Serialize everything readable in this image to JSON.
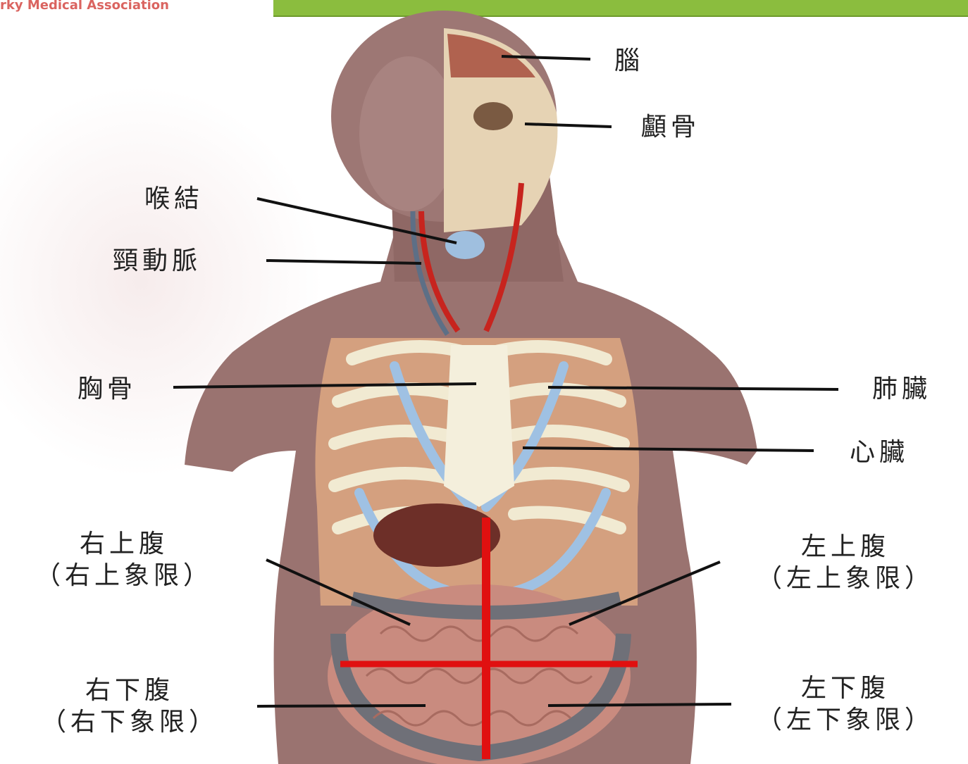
{
  "header": {
    "logo_text": "rky Medical Association",
    "bar_color": "#8bbd3e"
  },
  "colors": {
    "skin": "#9a7370",
    "quadrant_line": "#e01010",
    "leader_line": "#111111",
    "rib": "#f1ead2",
    "cartilage": "#9fc1e3",
    "intestine": "#c98b7f"
  },
  "labels": {
    "brain": "腦",
    "skull": "顱骨",
    "larynx": "喉結",
    "carotid": "頸動脈",
    "sternum": "胸骨",
    "lungs": "肺臟",
    "heart": "心臟",
    "ruq_line1": "右上腹",
    "ruq_line2": "（右上象限）",
    "luq_line1": "左上腹",
    "luq_line2": "（左上象限）",
    "rlq_line1": "右下腹",
    "rlq_line2": "（右下象限）",
    "llq_line1": "左下腹",
    "llq_line2": "（左下象限）"
  }
}
